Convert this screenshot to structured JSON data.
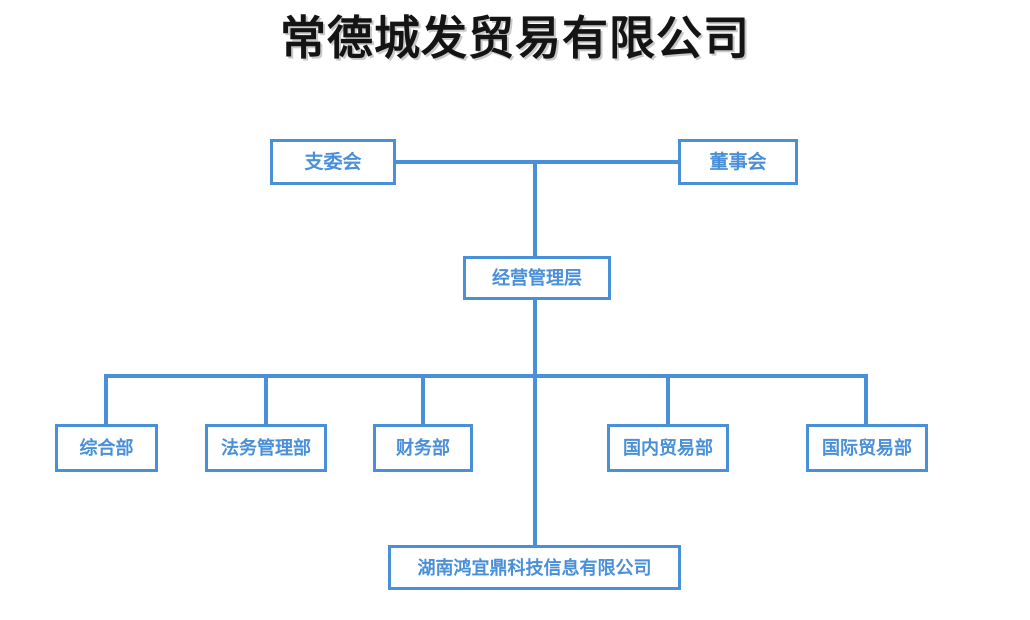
{
  "title": "常德城发贸易有限公司",
  "colors": {
    "node_border": "#4a90d9",
    "node_text": "#4a90d9",
    "connector": "#4a90d9",
    "node_fill": "#ffffff",
    "title_text": "#141414",
    "background": "#ffffff"
  },
  "org_chart": {
    "type": "org-chart",
    "levels": [
      {
        "level": 1,
        "name": "governance",
        "nodes": [
          {
            "id": "party-committee",
            "label": "支委会"
          },
          {
            "id": "board-of-directors",
            "label": "董事会"
          }
        ]
      },
      {
        "level": 2,
        "name": "management",
        "nodes": [
          {
            "id": "operations-management",
            "label": "经营管理层"
          }
        ]
      },
      {
        "level": 3,
        "name": "departments",
        "nodes": [
          {
            "id": "general-affairs",
            "label": "综合部"
          },
          {
            "id": "legal-affairs",
            "label": "法务管理部"
          },
          {
            "id": "finance",
            "label": "财务部"
          },
          {
            "id": "domestic-trade",
            "label": "国内贸易部"
          },
          {
            "id": "international-trade",
            "label": "国际贸易部"
          }
        ]
      },
      {
        "level": 4,
        "name": "subsidiary",
        "nodes": [
          {
            "id": "hunan-hongyiding",
            "label": "湖南鸿宜鼎科技信息有限公司"
          }
        ]
      }
    ],
    "edges": [
      {
        "from": "party-committee",
        "to": "board-of-directors",
        "style": "horizontal-spine"
      },
      {
        "from": "governance-spine",
        "to": "operations-management",
        "style": "vertical"
      },
      {
        "from": "operations-management",
        "to": "department-bar",
        "style": "vertical"
      },
      {
        "from": "department-bar",
        "to": "general-affairs",
        "style": "vertical"
      },
      {
        "from": "department-bar",
        "to": "legal-affairs",
        "style": "vertical"
      },
      {
        "from": "department-bar",
        "to": "finance",
        "style": "vertical"
      },
      {
        "from": "department-bar",
        "to": "domestic-trade",
        "style": "vertical"
      },
      {
        "from": "department-bar",
        "to": "international-trade",
        "style": "vertical"
      },
      {
        "from": "department-bar",
        "to": "hunan-hongyiding",
        "style": "vertical"
      }
    ]
  }
}
